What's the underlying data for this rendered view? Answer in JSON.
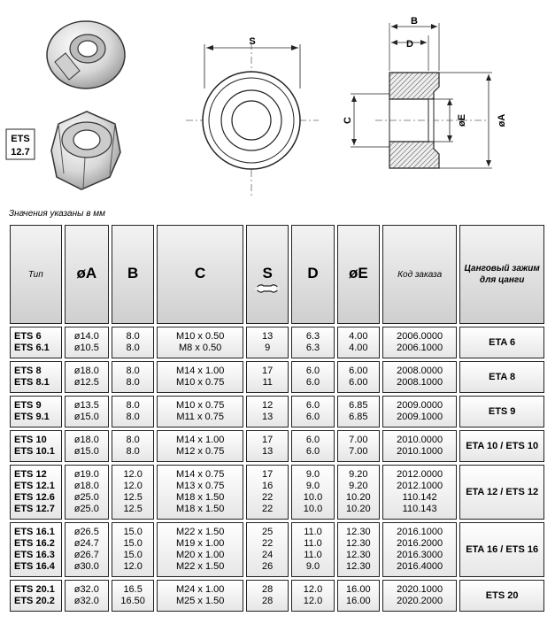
{
  "drawing": {
    "badge_label_1": "ETS",
    "badge_label_2": "12.7",
    "dim_s": "S",
    "dim_b": "B",
    "dim_d": "D",
    "dim_c": "C",
    "dim_e": "øE",
    "dim_a": "øA"
  },
  "note": "Значения указаны в мм",
  "table": {
    "headers": {
      "type": "Тип",
      "a": "øA",
      "b": "B",
      "c": "C",
      "s": "S",
      "d": "D",
      "e": "øE",
      "code": "Код заказа",
      "collet": "Цанговый зажим для цанги"
    },
    "rows": [
      {
        "types": [
          "ETS 6",
          "ETS 6.1"
        ],
        "a": [
          "ø14.0",
          "ø10.5"
        ],
        "b": [
          "8.0",
          "8.0"
        ],
        "c": [
          "M10 x 0.50",
          "M8 x 0.50"
        ],
        "s": [
          "13",
          "9"
        ],
        "d": [
          "6.3",
          "6.3"
        ],
        "e": [
          "4.00",
          "4.00"
        ],
        "code": [
          "2006.0000",
          "2006.1000"
        ],
        "collet": "ETA 6"
      },
      {
        "types": [
          "ETS 8",
          "ETS 8.1"
        ],
        "a": [
          "ø18.0",
          "ø12.5"
        ],
        "b": [
          "8.0",
          "8.0"
        ],
        "c": [
          "M14 x 1.00",
          "M10 x 0.75"
        ],
        "s": [
          "17",
          "11"
        ],
        "d": [
          "6.0",
          "6.0"
        ],
        "e": [
          "6.00",
          "6.00"
        ],
        "code": [
          "2008.0000",
          "2008.1000"
        ],
        "collet": "ETA 8"
      },
      {
        "types": [
          "ETS 9",
          "ETS 9.1"
        ],
        "a": [
          "ø13.5",
          "ø15.0"
        ],
        "b": [
          "8.0",
          "8.0"
        ],
        "c": [
          "M10 x 0.75",
          "M11 x 0.75"
        ],
        "s": [
          "12",
          "13"
        ],
        "d": [
          "6.0",
          "6.0"
        ],
        "e": [
          "6.85",
          "6.85"
        ],
        "code": [
          "2009.0000",
          "2009.1000"
        ],
        "collet": "ETS 9"
      },
      {
        "types": [
          "ETS 10",
          "ETS 10.1"
        ],
        "a": [
          "ø18.0",
          "ø15.0"
        ],
        "b": [
          "8.0",
          "8.0"
        ],
        "c": [
          "M14 x 1.00",
          "M12 x 0.75"
        ],
        "s": [
          "17",
          "13"
        ],
        "d": [
          "6.0",
          "6.0"
        ],
        "e": [
          "7.00",
          "7.00"
        ],
        "code": [
          "2010.0000",
          "2010.1000"
        ],
        "collet": "ETA 10 / ETS 10"
      },
      {
        "types": [
          "ETS 12",
          "ETS 12.1",
          "ETS 12.6",
          "ETS 12.7"
        ],
        "a": [
          "ø19.0",
          "ø18.0",
          "ø25.0",
          "ø25.0"
        ],
        "b": [
          "12.0",
          "12.0",
          "12.5",
          "12.5"
        ],
        "c": [
          "M14 x 0.75",
          "M13 x 0.75",
          "M18 x 1.50",
          "M18 x 1.50"
        ],
        "s": [
          "17",
          "16",
          "22",
          "22"
        ],
        "d": [
          "9.0",
          "9.0",
          "10.0",
          "10.0"
        ],
        "e": [
          "9.20",
          "9.20",
          "10.20",
          "10.20"
        ],
        "code": [
          "2012.0000",
          "2012.1000",
          "110.142",
          "110.143"
        ],
        "collet": "ETA 12 / ETS 12"
      },
      {
        "types": [
          "ETS 16.1",
          "ETS 16.2",
          "ETS 16.3",
          "ETS 16.4"
        ],
        "a": [
          "ø26.5",
          "ø24.7",
          "ø26.7",
          "ø30.0"
        ],
        "b": [
          "15.0",
          "15.0",
          "15.0",
          "12.0"
        ],
        "c": [
          "M22 x 1.50",
          "M19 x 1.00",
          "M20 x 1.00",
          "M22 x 1.50"
        ],
        "s": [
          "25",
          "22",
          "24",
          "26"
        ],
        "d": [
          "11.0",
          "11.0",
          "11.0",
          "9.0"
        ],
        "e": [
          "12.30",
          "12.30",
          "12.30",
          "12.30"
        ],
        "code": [
          "2016.1000",
          "2016.2000",
          "2016.3000",
          "2016.4000"
        ],
        "collet": "ETA 16 / ETS 16"
      },
      {
        "types": [
          "ETS 20.1",
          "ETS 20.2"
        ],
        "a": [
          "ø32.0",
          "ø32.0"
        ],
        "b": [
          "16.5",
          "16.50"
        ],
        "c": [
          "M24 x 1.00",
          "M25 x 1.50"
        ],
        "s": [
          "28",
          "28"
        ],
        "d": [
          "12.0",
          "12.0"
        ],
        "e": [
          "16.00",
          "16.00"
        ],
        "code": [
          "2020.1000",
          "2020.2000"
        ],
        "collet": "ETS 20"
      }
    ]
  }
}
